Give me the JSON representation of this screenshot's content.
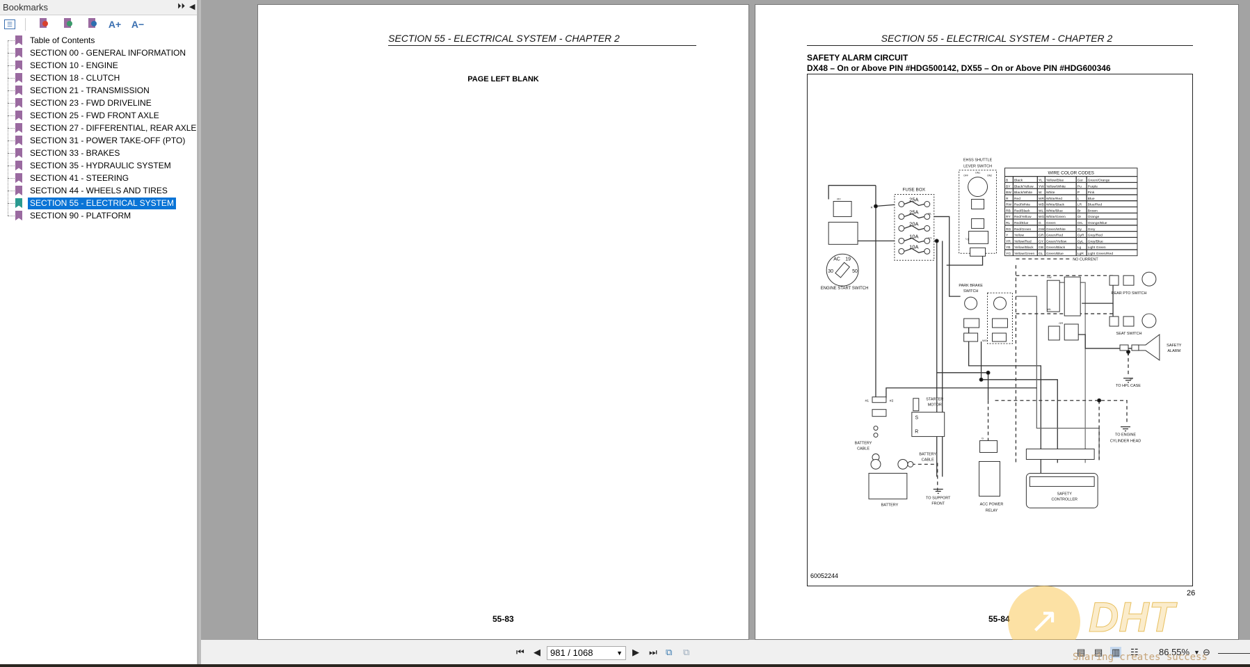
{
  "sidebar": {
    "title": "Bookmarks",
    "header_controls": [
      "options-icon",
      "collapse-icon"
    ],
    "tools": [
      "expand-all-icon",
      "delete-bookmark-icon",
      "add-bookmark-icon",
      "goto-bookmark-icon",
      "increase-font-icon",
      "decrease-font-icon"
    ],
    "tool_labels": {
      "increase": "A+",
      "decrease": "A−"
    },
    "items": [
      {
        "label": "Table of Contents"
      },
      {
        "label": "SECTION 00 - GENERAL INFORMATION"
      },
      {
        "label": "SECTION 10 - ENGINE"
      },
      {
        "label": "SECTION 18 - CLUTCH"
      },
      {
        "label": "SECTION 21 - TRANSMISSION"
      },
      {
        "label": "SECTION 23 - FWD DRIVELINE"
      },
      {
        "label": "SECTION 25 - FWD FRONT AXLE"
      },
      {
        "label": "SECTION 27 - DIFFERENTIAL, REAR AXLE"
      },
      {
        "label": "SECTION 31 - POWER TAKE-OFF (PTO)"
      },
      {
        "label": "SECTION 33 - BRAKES"
      },
      {
        "label": "SECTION 35 - HYDRAULIC SYSTEM"
      },
      {
        "label": "SECTION 41 - STEERING"
      },
      {
        "label": "SECTION 44 - WHEELS AND TIRES"
      },
      {
        "label": "SECTION 55 - ELECTRICAL SYSTEM",
        "selected": true
      },
      {
        "label": "SECTION 90 - PLATFORM"
      }
    ],
    "selected_color": "#0a74d6"
  },
  "left_page": {
    "header": "SECTION 55 - ELECTRICAL SYSTEM - CHAPTER 2",
    "body": "PAGE LEFT BLANK",
    "page_number": "55-83"
  },
  "right_page": {
    "header": "SECTION 55 - ELECTRICAL SYSTEM - CHAPTER 2",
    "title": "SAFETY ALARM CIRCUIT",
    "subtitle": "DX48 – On or Above PIN #HDG500142, DX55 – On or Above PIN #HDG600346",
    "figure_id": "60052244",
    "figure_number": "26",
    "page_number": "55-84",
    "diagram": {
      "labels": {
        "fuse_box": "FUSE BOX",
        "fuses": [
          "25A",
          "25A",
          "20A",
          "10A",
          "10A"
        ],
        "ehss": [
          "EHSS SHUTTLE",
          "LEVER SWITCH"
        ],
        "ehss_positions": [
          "OFF",
          "ON1",
          "ON2"
        ],
        "engine_start_switch": "ENGINE START SWITCH",
        "switch_terminals": [
          "AC",
          "19",
          "30",
          "50"
        ],
        "park_brake": [
          "PARK BRAKE",
          "SWITCH"
        ],
        "rear_pto": "REAR PTO SWITCH",
        "seat_switch": "SEAT SWITCH",
        "safety_alarm": [
          "SAFETY",
          "ALARM"
        ],
        "hpl_case": "TO HPL CASE",
        "engine_head": [
          "TO ENGINE",
          "CYLINDER HEAD"
        ],
        "starter_motor": [
          "STARTER",
          "MOTOR"
        ],
        "starter_terminals": [
          "S",
          "R"
        ],
        "battery_cable_1": [
          "BATTERY",
          "CABLE"
        ],
        "battery_cable_2": [
          "BATTERY",
          "CABLE"
        ],
        "battery": "BATTERY",
        "support_front": [
          "TO SUPPORT",
          "FRONT"
        ],
        "acc_relay": [
          "ACC POWER",
          "RELAY"
        ],
        "safety_controller": [
          "SAFETY",
          "CONTROLLER"
        ],
        "connector_terms": [
          "#1",
          "#2"
        ],
        "wire_tags": [
          "R",
          "RY",
          "RL",
          "GY",
          "Lg",
          "RW",
          "WL",
          "WG",
          "GR",
          "B",
          "W",
          "G"
        ]
      },
      "wire_color_codes": {
        "title": "WIRE COLOR CODES",
        "rows": [
          [
            "B",
            "Black",
            "YL",
            "Yellow/Blue",
            "Gor",
            "Green/Orange"
          ],
          [
            "BY",
            "Black/Yellow",
            "YW",
            "Yellow/White",
            "Pu",
            "Purple"
          ],
          [
            "BW",
            "Black/White",
            "W",
            "White",
            "P",
            "Pink"
          ],
          [
            "R",
            "Red",
            "WR",
            "White/Red",
            "L",
            "Blue"
          ],
          [
            "RW",
            "Red/White",
            "WB",
            "White/Black",
            "LR",
            "Blue/Red"
          ],
          [
            "RB",
            "Red/Black",
            "WL",
            "White/Blue",
            "Br",
            "Brown"
          ],
          [
            "RY",
            "Red/Yellow",
            "WG",
            "White/Green",
            "Or",
            "Orange"
          ],
          [
            "RL",
            "Red/Blue",
            "G",
            "Green",
            "OrL",
            "Orange/Blue"
          ],
          [
            "RG",
            "Red/Green",
            "GW",
            "Green/White",
            "Gy",
            "Grey"
          ],
          [
            "Y",
            "Yellow",
            "GR",
            "Green/Red",
            "GyR",
            "Grey/Red"
          ],
          [
            "YR",
            "Yellow/Red",
            "GY",
            "Green/Yellow",
            "GyL",
            "Grey/Blue"
          ],
          [
            "YB",
            "Yellow/Black",
            "GB",
            "Green/Black",
            "Lg",
            "Light Green"
          ],
          [
            "YG",
            "Yellow/Green",
            "GL",
            "Green/Blue",
            "LgR",
            "Light Green/Red"
          ]
        ],
        "legend": "NO CURRENT"
      }
    }
  },
  "toolbar": {
    "page_field": "981 / 1068",
    "zoom": "86.55%",
    "buttons": [
      "first-page",
      "previous-page",
      "next-page",
      "last-page",
      "previous-view",
      "next-view",
      "single-page",
      "continuous",
      "facing",
      "continuous-facing",
      "zoom-out"
    ]
  },
  "watermark": {
    "logo": "DHT",
    "tagline": "Sharing creates success"
  }
}
